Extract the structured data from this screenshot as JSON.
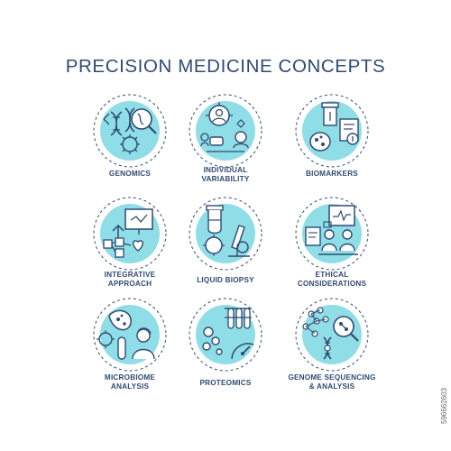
{
  "title": "PRECISION MEDICINE CONCEPTS",
  "accent_color": "#7fd6e0",
  "line_color": "#2f4b73",
  "items": [
    {
      "label": "GENOMICS",
      "icon": "dna-magnifier-icon"
    },
    {
      "label": "INDIVIDUAL\nVARIABILITY",
      "icon": "patient-target-icon"
    },
    {
      "label": "BIOMARKERS",
      "icon": "test-tube-report-icon"
    },
    {
      "label": "INTEGRATIVE\nAPPROACH",
      "icon": "presentation-board-icon"
    },
    {
      "label": "LIQUID BIOPSY",
      "icon": "microscope-sample-icon"
    },
    {
      "label": "ETHICAL\nCONSIDERATIONS",
      "icon": "doctor-patient-consultation-icon"
    },
    {
      "label": "MICROBIOME\nANALYSIS",
      "icon": "bacteria-scientist-icon"
    },
    {
      "label": "PROTEOMICS",
      "icon": "test-tubes-molecules-icon"
    },
    {
      "label": "GENOME SEQUENCING\n& ANALYSIS",
      "icon": "molecule-network-icon"
    }
  ],
  "watermark": "596662603"
}
